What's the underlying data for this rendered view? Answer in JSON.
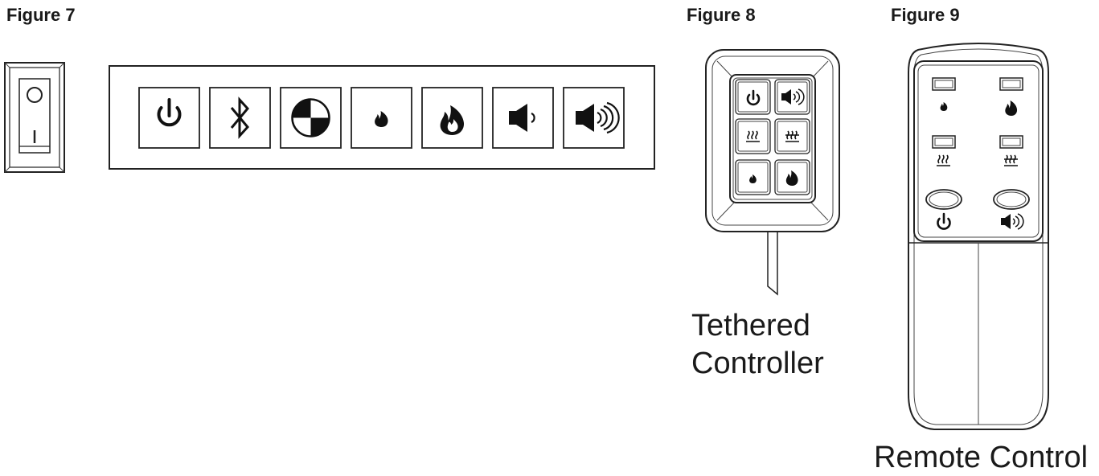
{
  "figures": {
    "fig7": {
      "title": "Figure 7"
    },
    "fig8": {
      "title": "Figure 8",
      "caption_line1": "Tethered",
      "caption_line2": "Controller"
    },
    "fig9": {
      "title": "Figure 9",
      "caption": "Remote Control"
    }
  },
  "rocker_switch": {
    "on_mark": "I"
  },
  "control_panel_buttons": [
    "power-icon",
    "bluetooth-icon",
    "ember-bed-icon",
    "small-flame-icon",
    "large-flame-icon",
    "volume-low-icon",
    "volume-high-icon"
  ],
  "tethered_controller_buttons": [
    "power-icon",
    "sound-icon",
    "low-heat-icon",
    "high-heat-icon",
    "small-flame-icon",
    "large-flame-icon"
  ],
  "remote_buttons": [
    "small-flame-icon",
    "large-flame-icon",
    "low-heat-icon",
    "high-heat-icon",
    "power-icon",
    "sound-icon"
  ]
}
